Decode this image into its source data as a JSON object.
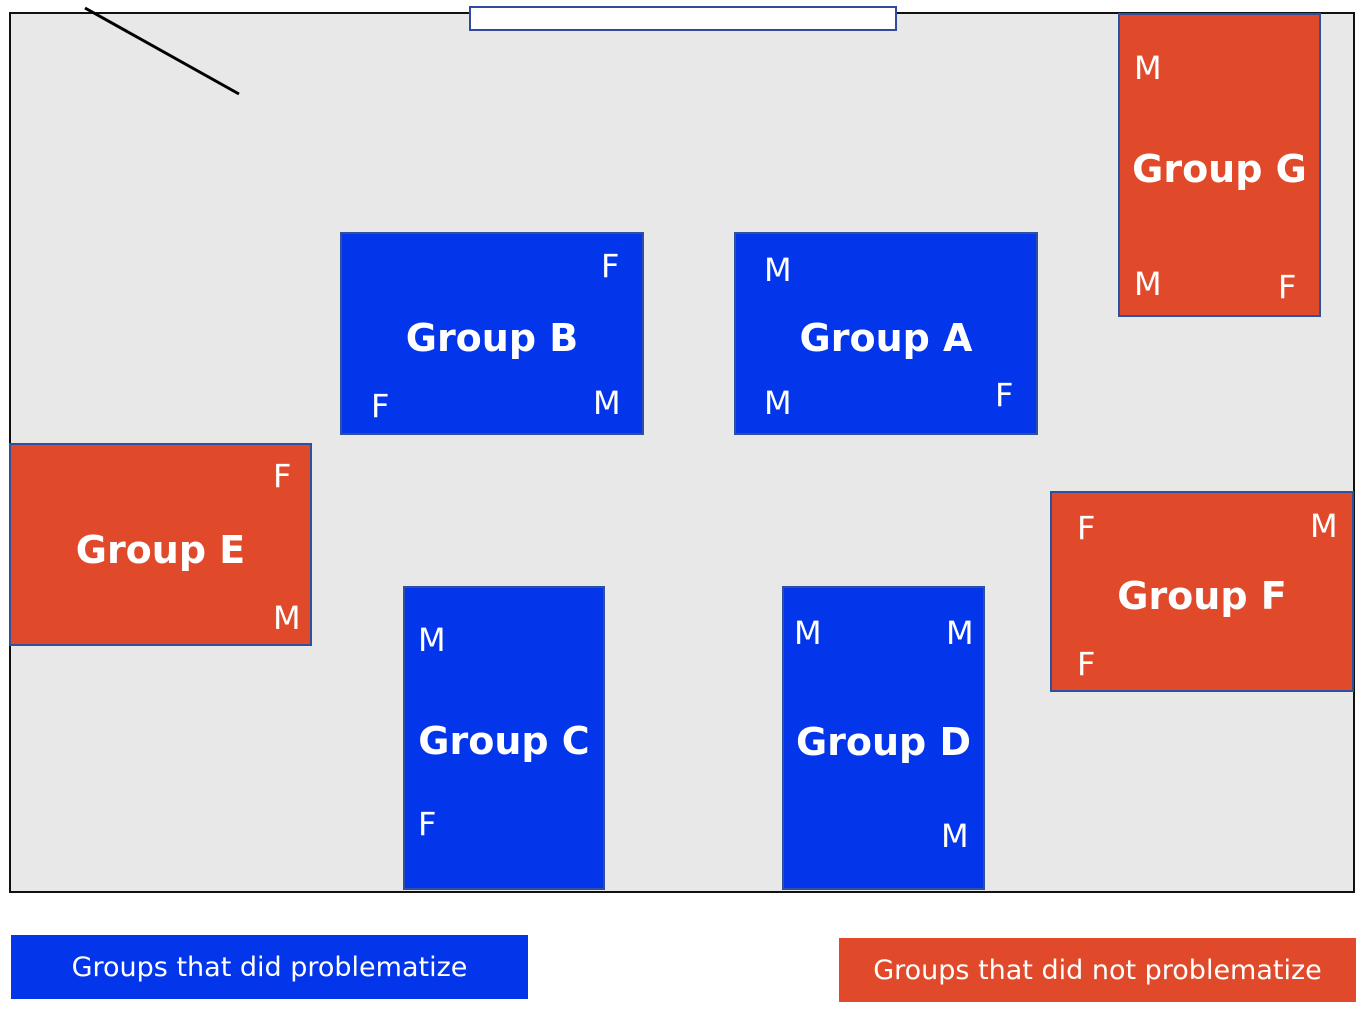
{
  "colors": {
    "problematized": "#0336ea",
    "not_problematized": "#e04a2b",
    "room_background": "#e8e8e8"
  },
  "groups": {
    "A": {
      "title": "Group A",
      "seats": [
        "M",
        "M",
        "F"
      ],
      "problematized": true
    },
    "B": {
      "title": "Group B",
      "seats": [
        "F",
        "F",
        "M"
      ],
      "problematized": true
    },
    "C": {
      "title": "Group C",
      "seats": [
        "M",
        "F"
      ],
      "problematized": true
    },
    "D": {
      "title": "Group D",
      "seats": [
        "M",
        "M",
        "M"
      ],
      "problematized": true
    },
    "E": {
      "title": "Group E",
      "seats": [
        "F",
        "M"
      ],
      "problematized": false
    },
    "F": {
      "title": "Group F",
      "seats": [
        "F",
        "M",
        "F"
      ],
      "problematized": false
    },
    "G": {
      "title": "Group G",
      "seats": [
        "M",
        "M",
        "F"
      ],
      "problematized": false
    }
  },
  "legend": {
    "problematized_label": "Groups that did problematize",
    "not_problematized_label": "Groups that did not problematize"
  }
}
